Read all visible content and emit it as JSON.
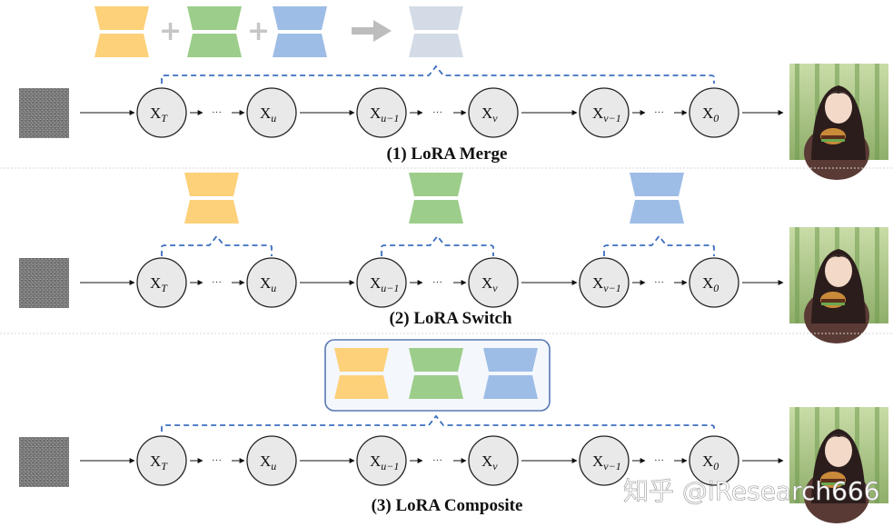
{
  "sections": [
    {
      "id": "merge",
      "title": "(1) LoRA Merge",
      "nodes": [
        {
          "base": "X",
          "sub": "T"
        },
        {
          "base": "X",
          "sub": "u"
        },
        {
          "base": "X",
          "sub": "u−1"
        },
        {
          "base": "X",
          "sub": "v"
        },
        {
          "base": "X",
          "sub": "v−1"
        },
        {
          "base": "X",
          "sub": "0"
        }
      ]
    },
    {
      "id": "switch",
      "title": "(2) LoRA Switch",
      "nodes": [
        {
          "base": "X",
          "sub": "T"
        },
        {
          "base": "X",
          "sub": "u"
        },
        {
          "base": "X",
          "sub": "u−1"
        },
        {
          "base": "X",
          "sub": "v"
        },
        {
          "base": "X",
          "sub": "v−1"
        },
        {
          "base": "X",
          "sub": "0"
        }
      ]
    },
    {
      "id": "composite",
      "title": "(3) LoRA Composite",
      "nodes": [
        {
          "base": "X",
          "sub": "T"
        },
        {
          "base": "X",
          "sub": "u"
        },
        {
          "base": "X",
          "sub": "u−1"
        },
        {
          "base": "X",
          "sub": "v"
        },
        {
          "base": "X",
          "sub": "v−1"
        },
        {
          "base": "X",
          "sub": "0"
        }
      ]
    }
  ],
  "ellipsis": "···",
  "operators": {
    "plus": "+"
  },
  "watermark": "知乎 @iResearch666",
  "colors": {
    "lora_yellow": "#fdd17a",
    "lora_green": "#9ccd8a",
    "lora_blue": "#9dbde6",
    "lora_merged": "#d3dbe6",
    "dashed": "#3a6ec0",
    "node_fill": "#e9e9e9",
    "arrow_gray": "#bdbdbd",
    "plus_gray": "#c6c6c6"
  }
}
